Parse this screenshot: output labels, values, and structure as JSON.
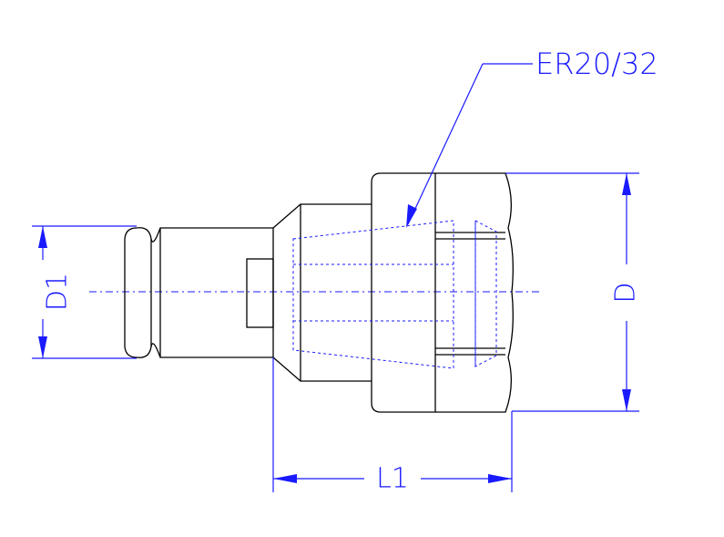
{
  "labels": {
    "callout": "ER20/32",
    "d1": "D1",
    "d": "D",
    "l1": "L1"
  },
  "colors": {
    "outline": "#000000",
    "dimension": "#1a1aff",
    "background": "#ffffff"
  }
}
